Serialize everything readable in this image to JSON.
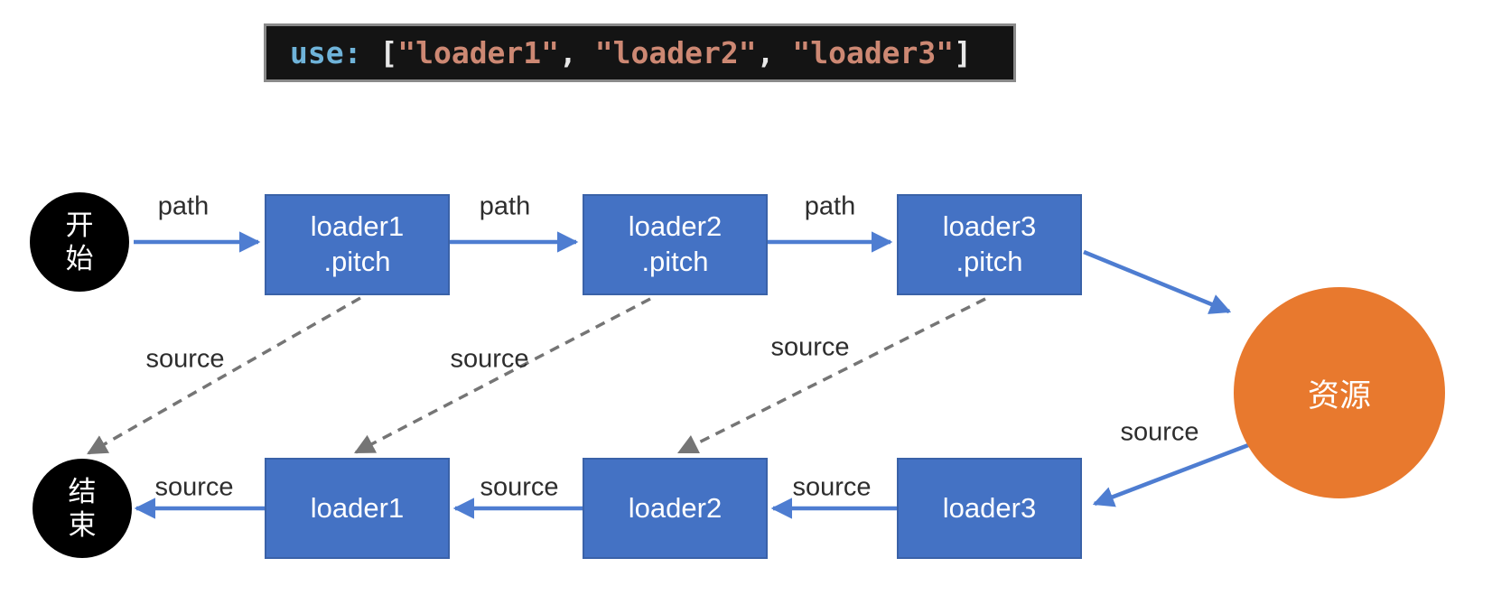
{
  "title": "webpack loader pitch flow diagram",
  "code_snippet": {
    "keyword": "use: ",
    "open_bracket": "[",
    "items": [
      "\"loader1\"",
      "\"loader2\"",
      "\"loader3\""
    ],
    "separator": ", ",
    "close_bracket": "]"
  },
  "nodes": {
    "start": "开始",
    "end": "结束",
    "resource": "资源",
    "pitch": [
      "loader1\n.pitch",
      "loader2\n.pitch",
      "loader3\n.pitch"
    ],
    "normal": [
      "loader1",
      "loader2",
      "loader3"
    ]
  },
  "edges": [
    {
      "from": "start",
      "to": "loader1.pitch",
      "label": "path",
      "style": "solid"
    },
    {
      "from": "loader1.pitch",
      "to": "loader2.pitch",
      "label": "path",
      "style": "solid"
    },
    {
      "from": "loader2.pitch",
      "to": "loader3.pitch",
      "label": "path",
      "style": "solid"
    },
    {
      "from": "loader3.pitch",
      "to": "resource",
      "label": "",
      "style": "solid"
    },
    {
      "from": "resource",
      "to": "loader3",
      "label": "source",
      "style": "solid"
    },
    {
      "from": "loader3",
      "to": "loader2",
      "label": "source",
      "style": "solid"
    },
    {
      "from": "loader2",
      "to": "loader1",
      "label": "source",
      "style": "solid"
    },
    {
      "from": "loader1",
      "to": "end",
      "label": "source",
      "style": "solid"
    },
    {
      "from": "loader1.pitch",
      "to": "end",
      "label": "source",
      "style": "dashed"
    },
    {
      "from": "loader2.pitch",
      "to": "loader1",
      "label": "source",
      "style": "dashed"
    },
    {
      "from": "loader3.pitch",
      "to": "loader2",
      "label": "source",
      "style": "dashed"
    }
  ],
  "colors": {
    "box_blue": "#4472c4",
    "arrow_blue": "#4e7dd1",
    "dashed_gray": "#757575",
    "terminal_black": "#000000",
    "resource_orange": "#e8792e",
    "label_text": "#2d2d2d",
    "code_background": "#141414",
    "code_keyword": "#6fb3d9",
    "code_string": "#cd8873",
    "code_punctuation": "#e8e8e8"
  }
}
